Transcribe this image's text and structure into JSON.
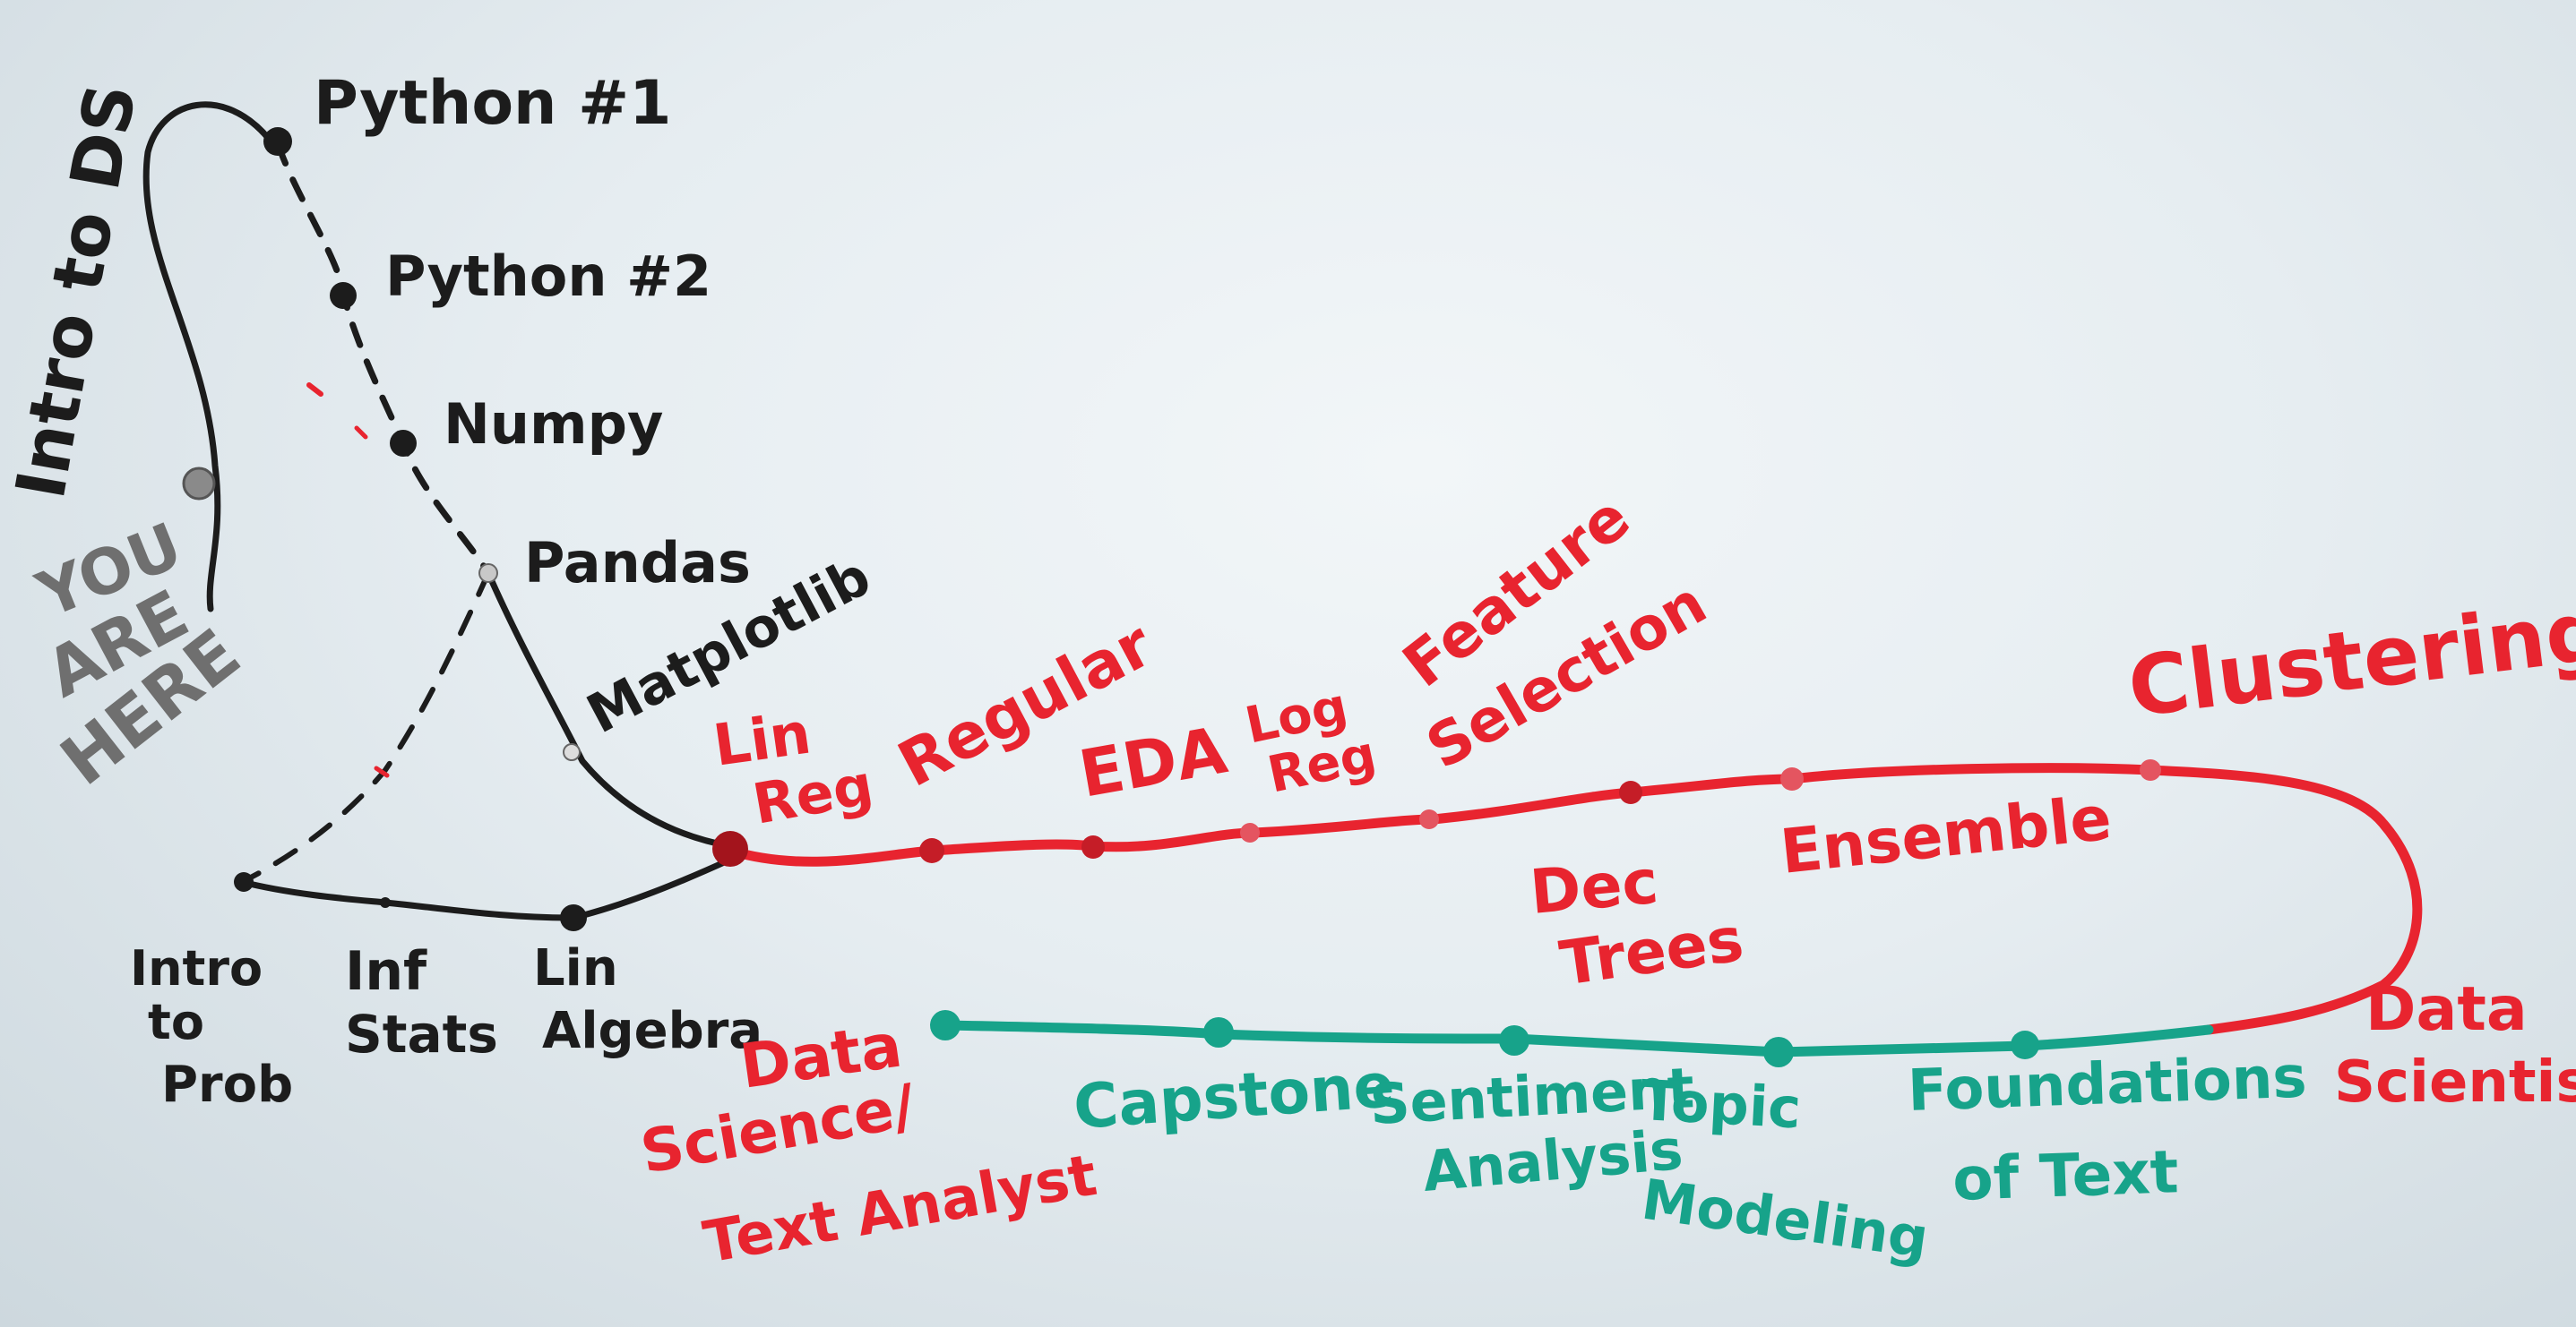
{
  "colors": {
    "black_marker": "#1c1c1c",
    "red_marker": "#e8242f",
    "green_marker": "#17a38a",
    "gray_marker": "#6f6f6f"
  },
  "black_track": {
    "intro": "Intro to DS",
    "you_are_here_1": "YOU",
    "you_are_here_2": "ARE",
    "you_are_here_3": "HERE",
    "python1": "Python #1",
    "python2": "Python #2",
    "numpy": "Numpy",
    "pandas": "Pandas",
    "matplotlib": "Matplotlib",
    "intro_prob_1": "Intro",
    "intro_prob_2": "to",
    "intro_prob_3": "Prob",
    "inf_stats_1": "Inf",
    "inf_stats_2": "Stats",
    "lin_alg_1": "Lin",
    "lin_alg_2": "Algebra"
  },
  "red_track": {
    "lin_reg_1": "Lin",
    "lin_reg_2": "Reg",
    "regular": "Regular",
    "eda": "EDA",
    "log_reg_1": "Log",
    "log_reg_2": "Reg",
    "feature_1": "Feature",
    "feature_2": "Selection",
    "dec_trees_1": "Dec",
    "dec_trees_2": "Trees",
    "ensemble": "Ensemble",
    "clustering": "Clustering",
    "data_scientist_1": "Data",
    "data_scientist_2": "Scientist"
  },
  "green_track": {
    "text_analyst_1": "Data",
    "text_analyst_2": "Science/",
    "text_analyst_3": "Text Analyst",
    "capstone": "Capstone",
    "sentiment_1": "Sentiment",
    "sentiment_2": "Analysis",
    "topic_1": "Topic",
    "topic_2": "Modeling",
    "foundation_1": "Foundations",
    "foundation_2": "of Text"
  }
}
